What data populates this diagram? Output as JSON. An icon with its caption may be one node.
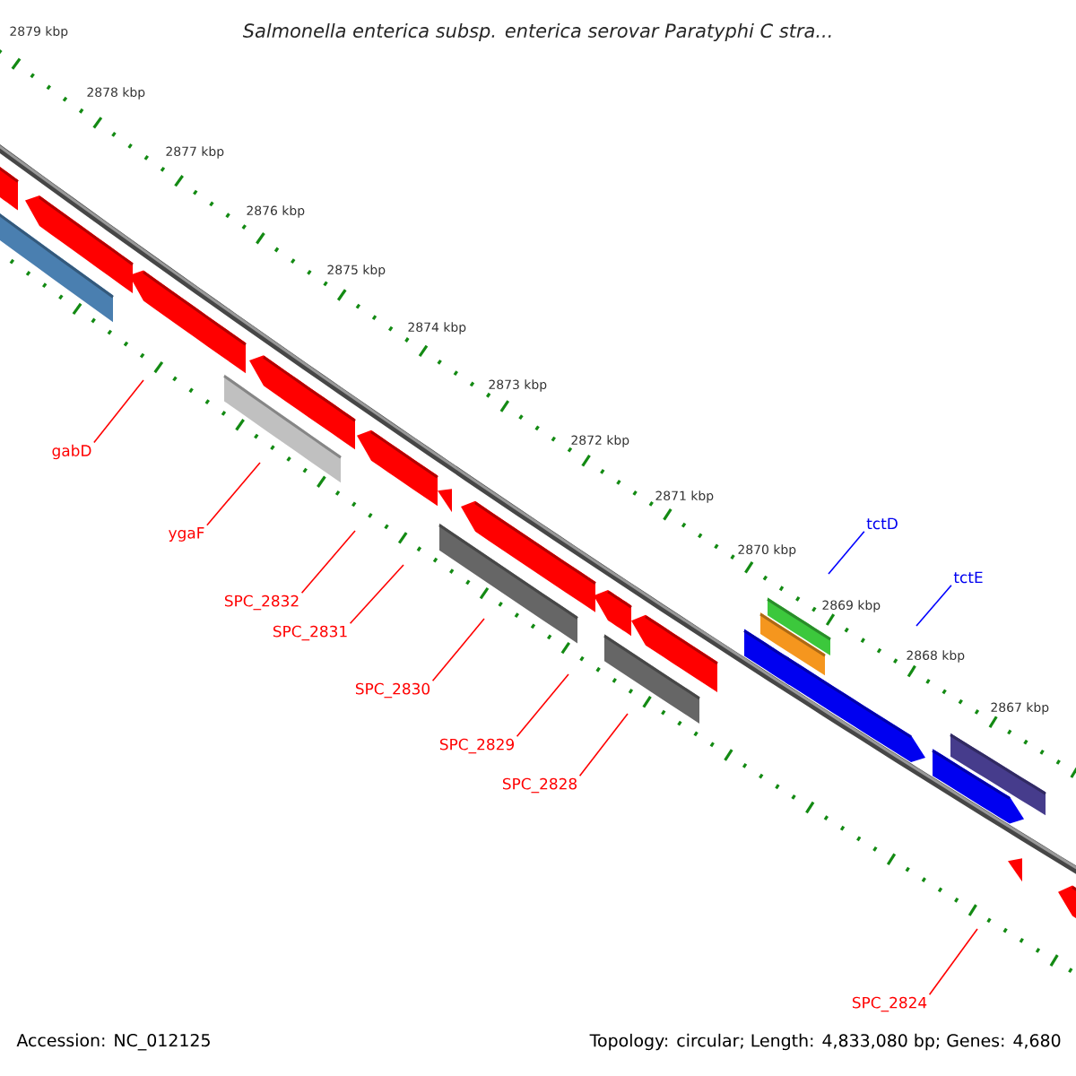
{
  "diagram": {
    "title": "Salmonella enterica subsp. enterica serovar Paratyphi C stra...",
    "nodes": [
      {
        "text": [
          "gabD"
        ]
      },
      {
        "text": [
          "ygaF"
        ]
      },
      {
        "text": [
          "SPC_2832"
        ]
      },
      {
        "text": [
          "SPC_2831"
        ]
      },
      {
        "text": [
          "SPC_2830"
        ]
      },
      {
        "text": [
          "SPC_2829"
        ]
      },
      {
        "text": [
          "SPC_2828"
        ]
      },
      {
        "text": [
          "tctD"
        ]
      },
      {
        "text": [
          "tctE"
        ]
      },
      {
        "text": [
          "SPC_2824"
        ]
      }
    ],
    "edges": [
      {
        "from": 0,
        "to": null,
        "arrow": "none"
      },
      {
        "from": 1,
        "to": null,
        "arrow": "none"
      },
      {
        "from": 2,
        "to": null,
        "arrow": "none"
      },
      {
        "from": 3,
        "to": null,
        "arrow": "none"
      },
      {
        "from": 4,
        "to": null,
        "arrow": "none"
      },
      {
        "from": 5,
        "to": null,
        "arrow": "none"
      },
      {
        "from": 6,
        "to": null,
        "arrow": "none"
      },
      {
        "from": 7,
        "to": null,
        "arrow": "none",
        "color": "#0000ff"
      },
      {
        "from": 8,
        "to": null,
        "arrow": "none",
        "color": "#0000ff"
      },
      {
        "from": 9,
        "to": null,
        "arrow": "none"
      }
    ],
    "labels": [
      "2879 kbp",
      "2878 kbp",
      "2877 kbp",
      "2876 kbp",
      "2875 kbp",
      "2874 kbp",
      "2873 kbp",
      "2872 kbp",
      "2871 kbp",
      "2870 kbp",
      "2869 kbp",
      "2868 kbp",
      "2867 kbp",
      "Accession: NC_012125",
      "Topology: circular; Length: 4,833,080 bp; Genes: 4,680"
    ]
  }
}
